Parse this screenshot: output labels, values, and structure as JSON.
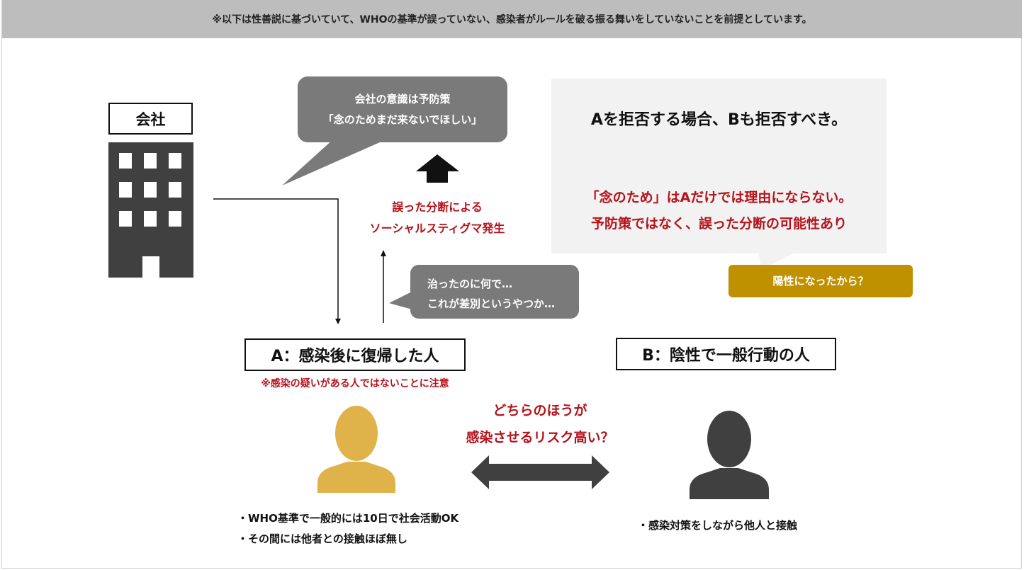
{
  "banner": {
    "note": "※以下は性善説に基づいていて、WHOの基準が誤っていない、感染者がルールを破る振る舞いをしていないことを前提としています。"
  },
  "company": {
    "label": "会社"
  },
  "company_speech": {
    "line1": "会社の意識は予防策",
    "line2": "「念のためまだ来ないでほしい」"
  },
  "stigma": {
    "line1": "誤った分断による",
    "line2": "ソーシャルスティグマ発生"
  },
  "a_thought": {
    "line1": "治ったのに何で…",
    "line2": "これが差別というやつか…"
  },
  "conclusion": {
    "heading": "Aを拒否する場合、Bも拒否すべき。",
    "line1": "「念のため」はAだけでは理由にならない。",
    "line2": "予防策ではなく、誤った分断の可能性あり"
  },
  "b_speech": {
    "text": "陽性になったから？"
  },
  "person_a": {
    "label": "A：感染後に復帰した人",
    "caution": "※感染の疑いがある人ではないことに注意",
    "notes": [
      "・WHO基準で一般的には10日で社会活動OK",
      "・その間には他者との接触ほぼ無し"
    ]
  },
  "person_b": {
    "label": "B：陰性で一般行動の人",
    "notes": [
      "・感染対策をしながら他人と接触"
    ]
  },
  "question": {
    "line1": "どちらのほうが",
    "line2": "感染させるリスク高い？"
  },
  "colors": {
    "accent_red": "#b5121b",
    "gold": "#bf9000",
    "person_a": "#e0b24a",
    "person_b": "#404040",
    "building": "#404040",
    "bubble_gray": "#7a7a7a",
    "panel": "#f2f2f2",
    "banner": "#bdbdbd"
  },
  "icons": [
    "building-icon",
    "person-icon",
    "arrow-up-icon",
    "arrow-down-icon",
    "double-arrow-icon"
  ]
}
